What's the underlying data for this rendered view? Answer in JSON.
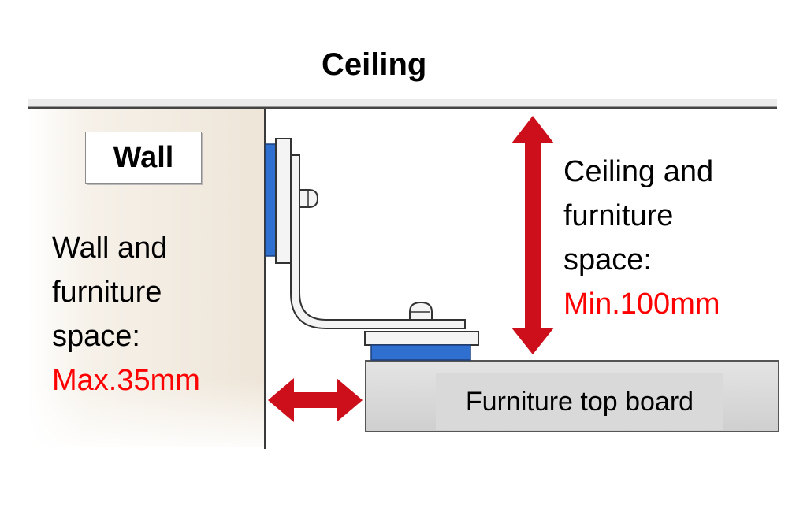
{
  "ceiling": {
    "title": "Ceiling"
  },
  "wall": {
    "label": "Wall",
    "space_lines": [
      "Wall and",
      "furniture",
      "space:"
    ],
    "space_value": "Max.35mm"
  },
  "ceiling_space": {
    "lines": [
      "Ceiling and",
      "furniture",
      "space:"
    ],
    "value": "Min.100mm"
  },
  "furniture": {
    "label": "Furniture top board"
  },
  "colors": {
    "arrow": "#cc0f1a",
    "pad": "#2f6fcf",
    "highlight_text": "#ff0000",
    "wall_fill": "#f3ede4",
    "board_fill": "#d9d9d9"
  }
}
